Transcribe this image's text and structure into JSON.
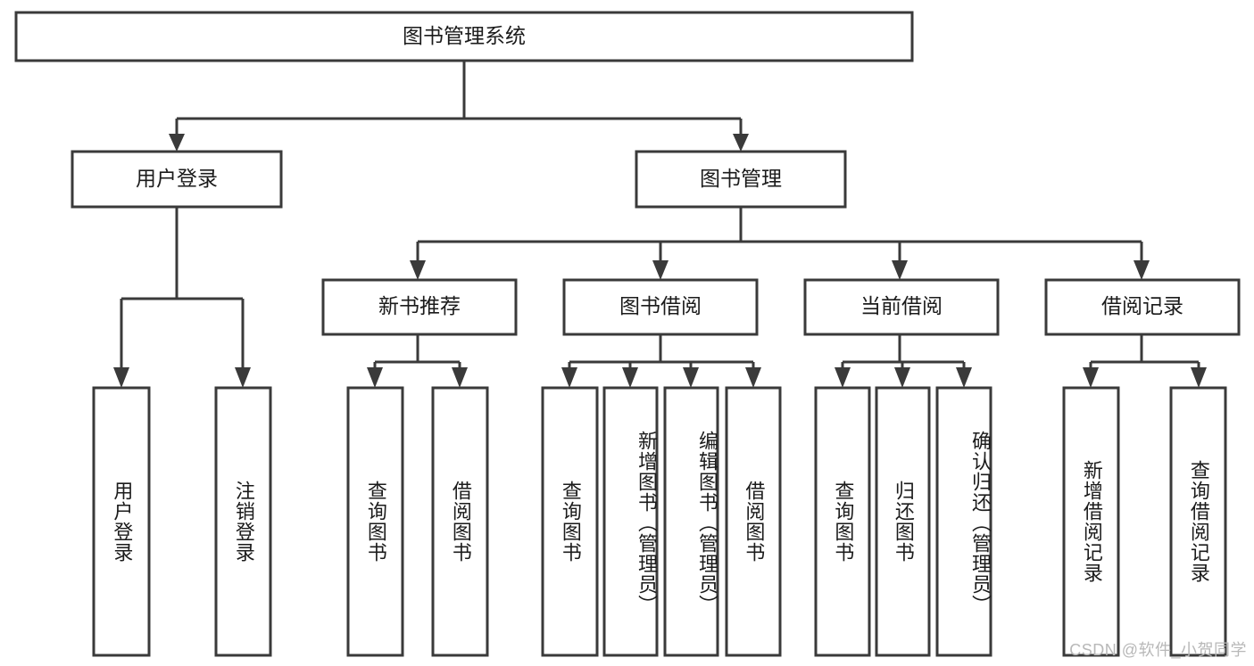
{
  "diagram": {
    "title": "图书管理系统",
    "type": "tree-hierarchy",
    "orientation": "top-down",
    "root": {
      "id": "root",
      "label": "图书管理系统"
    },
    "level2": [
      {
        "id": "user-login",
        "label": "用户登录"
      },
      {
        "id": "book-management",
        "label": "图书管理"
      }
    ],
    "level3": [
      {
        "id": "new-book-recommend",
        "label": "新书推荐",
        "parent": "book-management"
      },
      {
        "id": "book-borrow",
        "label": "图书借阅",
        "parent": "book-management"
      },
      {
        "id": "current-borrow",
        "label": "当前借阅",
        "parent": "book-management"
      },
      {
        "id": "borrow-record",
        "label": "借阅记录",
        "parent": "book-management"
      }
    ],
    "leaves": [
      {
        "id": "leaf-user-login",
        "label": "用户登录",
        "parent": "user-login"
      },
      {
        "id": "leaf-logout-login",
        "label": "注销登录",
        "parent": "user-login"
      },
      {
        "id": "leaf-query-book-1",
        "label": "查询图书",
        "parent": "new-book-recommend"
      },
      {
        "id": "leaf-borrow-book-1",
        "label": "借阅图书",
        "parent": "new-book-recommend"
      },
      {
        "id": "leaf-query-book-2",
        "label": "查询图书",
        "parent": "book-borrow"
      },
      {
        "id": "leaf-add-book",
        "label": "新增图书（管理员）",
        "parent": "book-borrow"
      },
      {
        "id": "leaf-edit-book",
        "label": "编辑图书（管理员）",
        "parent": "book-borrow"
      },
      {
        "id": "leaf-borrow-book-2",
        "label": "借阅图书",
        "parent": "book-borrow"
      },
      {
        "id": "leaf-query-book-3",
        "label": "查询图书",
        "parent": "current-borrow"
      },
      {
        "id": "leaf-return-book",
        "label": "归还图书",
        "parent": "current-borrow"
      },
      {
        "id": "leaf-confirm-return",
        "label": "确认归还（管理员）",
        "parent": "current-borrow"
      },
      {
        "id": "leaf-add-borrow-record",
        "label": "新增借阅记录",
        "parent": "borrow-record"
      },
      {
        "id": "leaf-query-borrow-record",
        "label": "查询借阅记录",
        "parent": "borrow-record"
      }
    ],
    "colors": {
      "box_stroke": "#3a3a3a",
      "box_fill": "#ffffff",
      "connector": "#3a3a3a",
      "text": "#1b1b1b",
      "background": "#ffffff",
      "watermark": "#b8b8b8"
    }
  },
  "watermark": {
    "text": "CSDN @软件_小贺同学"
  }
}
